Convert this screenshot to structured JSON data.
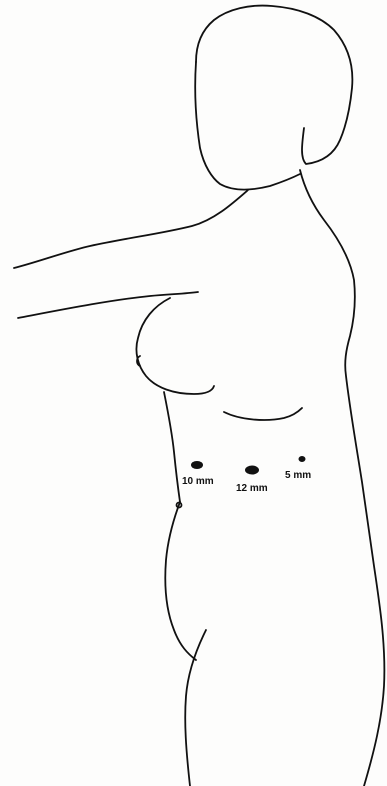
{
  "ports": [
    {
      "id": "port-left",
      "label": "10 mm"
    },
    {
      "id": "port-middle",
      "label": "12 mm"
    },
    {
      "id": "port-right",
      "label": "5 mm"
    }
  ],
  "colors": {
    "line": "#111111",
    "background": "#fdfdfc"
  }
}
